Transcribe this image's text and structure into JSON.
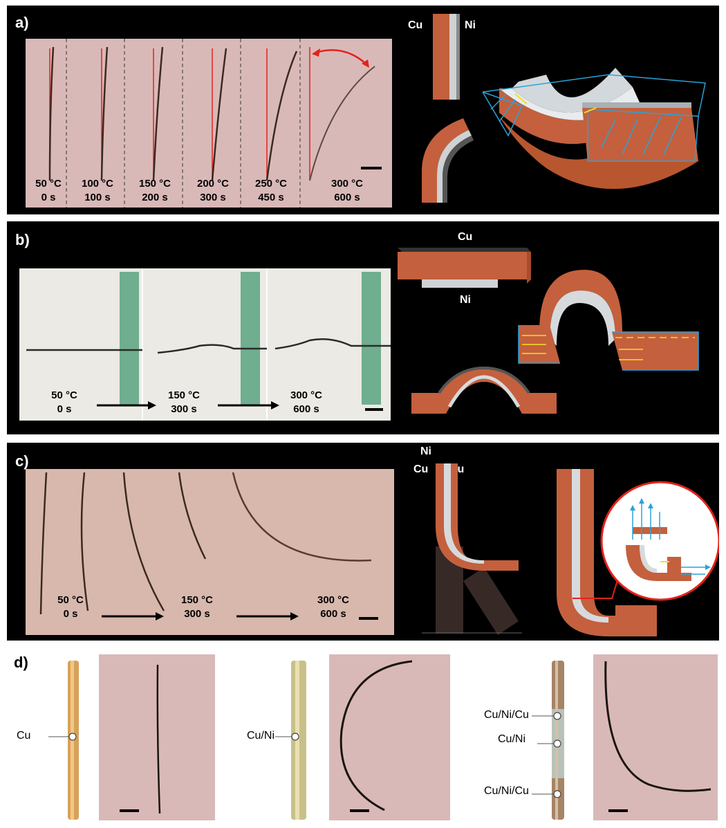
{
  "colors": {
    "panel_bg": "#000000",
    "copper": "#c4603d",
    "nickel": "#cfd2d4",
    "photo_pink": "#d9b9b8",
    "guide_red": "#e2231a",
    "force_blue": "#2aa2d8",
    "force_yellow": "#f2e21a"
  },
  "panel_a": {
    "label": "a)",
    "frames": [
      {
        "temp": "50 °C",
        "time": "0 s"
      },
      {
        "temp": "100 °C",
        "time": "100 s"
      },
      {
        "temp": "150 °C",
        "time": "200 s"
      },
      {
        "temp": "200 °C",
        "time": "300 s"
      },
      {
        "temp": "250 °C",
        "time": "450 s"
      },
      {
        "temp": "300 °C",
        "time": "600 s"
      }
    ],
    "layer_left": "Cu",
    "layer_right": "Ni"
  },
  "panel_b": {
    "label": "b)",
    "frames": [
      {
        "temp": "50 °C",
        "time": "0 s"
      },
      {
        "temp": "150 °C",
        "time": "300 s"
      },
      {
        "temp": "300 °C",
        "time": "600 s"
      }
    ],
    "layer_top": "Cu",
    "layer_bottom": "Ni"
  },
  "panel_c": {
    "label": "c)",
    "frames": [
      {
        "temp": "50 °C",
        "time": "0 s"
      },
      {
        "temp": "150 °C",
        "time": "300 s"
      },
      {
        "temp": "300 °C",
        "time": "600 s"
      }
    ],
    "layer_top": "Ni",
    "layer_left": "Cu",
    "layer_right": "Cu"
  },
  "panel_d": {
    "label": "d)",
    "sample1": {
      "callout": "Cu"
    },
    "sample2": {
      "callout": "Cu/Ni"
    },
    "sample3": {
      "callout_top": "Cu/Ni/Cu",
      "callout_mid": "Cu/Ni",
      "callout_bottom": "Cu/Ni/Cu"
    }
  }
}
